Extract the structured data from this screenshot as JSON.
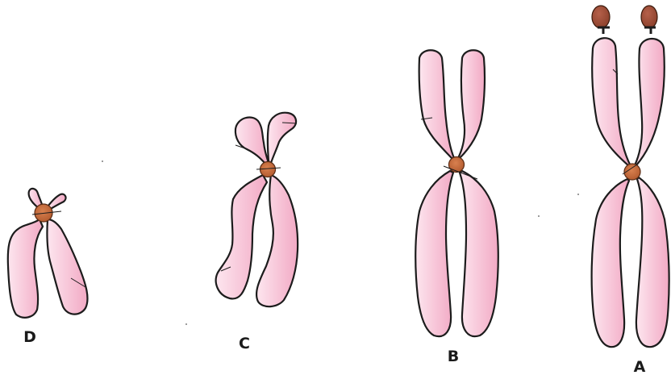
{
  "figure": {
    "colors": {
      "arm_fill_light": "#fde6ef",
      "arm_fill_dark": "#f2a9c4",
      "centromere": "#c2683a",
      "satellite": "#9a4a32",
      "outline": "#1c1c1c"
    },
    "chromosomes": [
      {
        "label": "D",
        "centromere_type": "telocentric"
      },
      {
        "label": "C",
        "centromere_type": "acrocentric"
      },
      {
        "label": "B",
        "centromere_type": "metacentric"
      },
      {
        "label": "A",
        "centromere_type": "submetacentric with satellites"
      }
    ]
  }
}
